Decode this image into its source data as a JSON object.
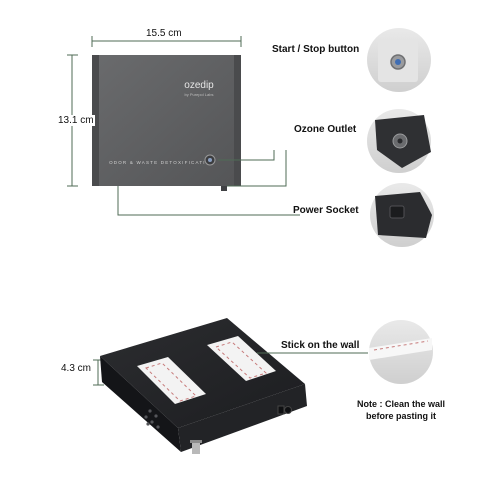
{
  "dimensions": {
    "width": "15.5 cm",
    "height": "13.1 cm",
    "depth": "4.3 cm"
  },
  "device": {
    "brand": "ozedip",
    "brand_sub": "by Purepol Labs",
    "front_text": "ODOR & WASTE DETOXIFICATION",
    "body_color": "#5d5e60"
  },
  "callouts": {
    "start_stop": "Start / Stop button",
    "ozone_outlet": "Ozone Outlet",
    "power_socket": "Power Socket",
    "stick_wall": "Stick on the wall"
  },
  "note": {
    "line1": "Note : Clean the wall",
    "line2": "before pasting it"
  },
  "colors": {
    "guide_line": "#4f6b55",
    "tape": "#f3f3f3",
    "tape_print": "#c77b7b"
  }
}
